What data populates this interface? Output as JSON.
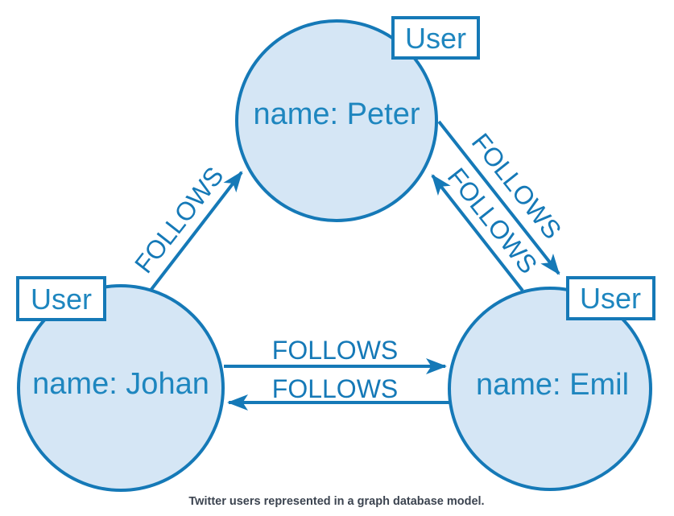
{
  "diagram": {
    "caption": "Twitter users represented in a graph database model.",
    "colors": {
      "stroke": "#1579b7",
      "fill": "#d5e6f5",
      "text": "#1e86bf",
      "caption": "#3c4450",
      "background": "#ffffff"
    },
    "nodes": [
      {
        "id": "peter",
        "label": "User",
        "property": "name: Peter"
      },
      {
        "id": "johan",
        "label": "User",
        "property": "name: Johan"
      },
      {
        "id": "emil",
        "label": "User",
        "property": "name: Emil"
      }
    ],
    "relationships": [
      {
        "from": "johan",
        "to": "peter",
        "type": "FOLLOWS"
      },
      {
        "from": "peter",
        "to": "emil",
        "type": "FOLLOWS"
      },
      {
        "from": "emil",
        "to": "peter",
        "type": "FOLLOWS"
      },
      {
        "from": "johan",
        "to": "emil",
        "type": "FOLLOWS"
      },
      {
        "from": "emil",
        "to": "johan",
        "type": "FOLLOWS"
      }
    ]
  }
}
